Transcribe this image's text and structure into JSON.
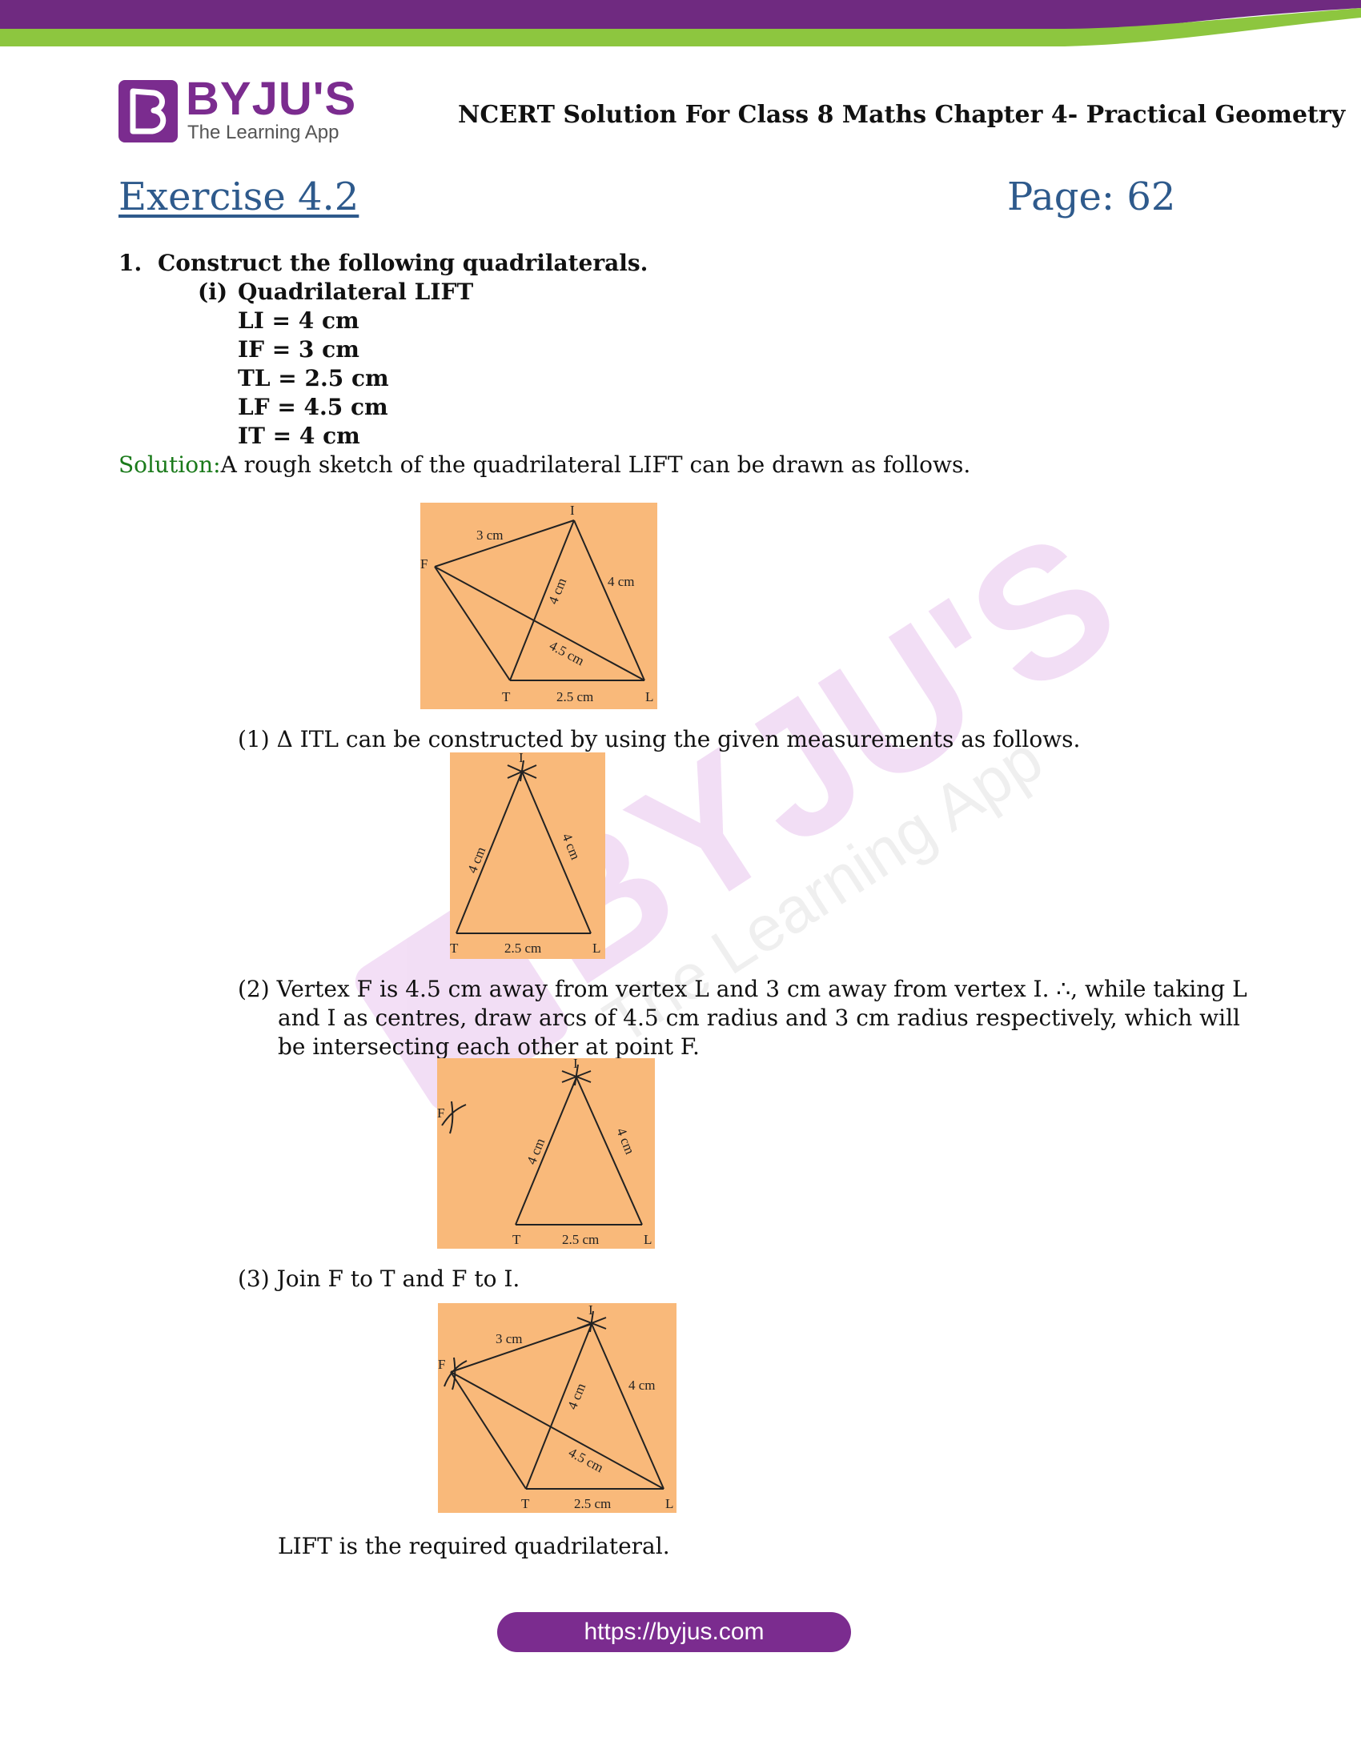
{
  "header": {
    "brand_name": "BYJU'S",
    "brand_tagline": "The Learning App",
    "title": "NCERT Solution For Class 8 Maths Chapter 4- Practical Geometry"
  },
  "exercise": {
    "label": "Exercise 4.2",
    "page": "Page: 62"
  },
  "question": {
    "number": "1.",
    "text": "Construct the following quadrilaterals.",
    "part_label": "(i)",
    "part_text": "Quadrilateral LIFT",
    "measures": [
      "LI = 4 cm",
      "IF = 3 cm",
      "TL = 2.5 cm",
      "LF = 4.5 cm",
      "IT = 4 cm"
    ]
  },
  "solution": {
    "label": "Solution:",
    "text": "A rough sketch of the quadrilateral LIFT can be drawn as follows.",
    "step1": "(1) Δ ITL can be constructed by using the given measurements as follows.",
    "step2_lines": [
      "(2) Vertex F is 4.5 cm away from vertex L and 3 cm away from vertex I. ∴, while taking L",
      "and I as centres, draw arcs of 4.5 cm radius and 3 cm radius respectively, which will",
      "be intersecting each other at point F."
    ],
    "step3": "(3) Join F to T and F to I.",
    "conclusion": "LIFT is the required quadrilateral."
  },
  "figure_labels": {
    "I": "I",
    "F": "F",
    "T": "T",
    "L": "L",
    "if": "3 cm",
    "it": "4 cm",
    "li": "4 cm",
    "lf": "4.5 cm",
    "tl": "2.5 cm"
  },
  "footer": {
    "url": "https://byjus.com"
  },
  "colors": {
    "brand": "#7b2c8f",
    "accent_green": "#8dc63f",
    "figure_bg": "#f9b97a",
    "heading_blue": "#2e5a8c"
  }
}
